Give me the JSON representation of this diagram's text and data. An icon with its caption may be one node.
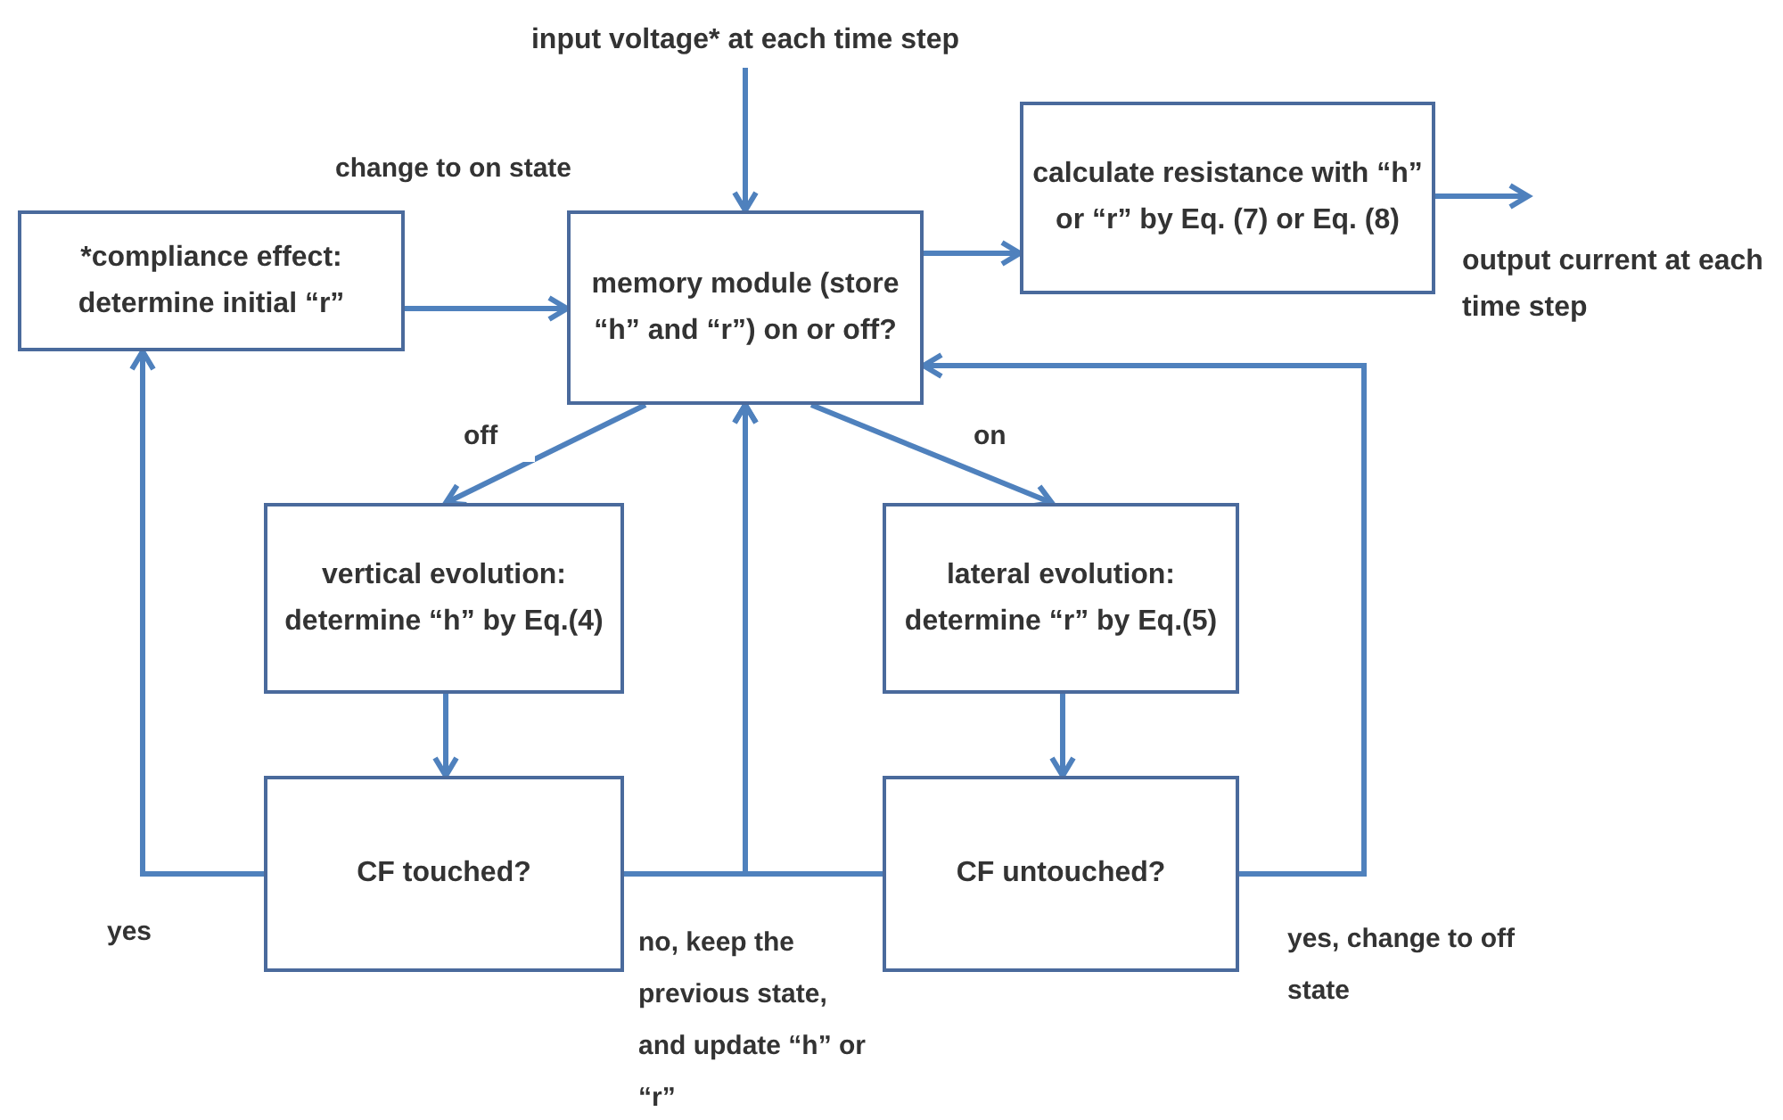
{
  "diagram": {
    "nodes": [
      {
        "text": [
          "input voltage* at each time step"
        ]
      },
      {
        "text": [
          "*compliance effect: determine initial “r”"
        ]
      },
      {
        "text": [
          "memory module (store “h” and “r”) on or off?"
        ]
      },
      {
        "text": [
          "calculate resistance with “h” or “r” by Eq. (7) or Eq. (8)"
        ]
      },
      {
        "text": [
          "vertical evolution: determine “h” by Eq.(4)"
        ]
      },
      {
        "text": [
          "lateral evolution: determine “r” by Eq.(5)"
        ]
      },
      {
        "text": [
          "CF touched?"
        ]
      },
      {
        "text": [
          "CF untouched?"
        ]
      }
    ],
    "edges": [
      {
        "from": 0,
        "to": 2,
        "arrow": "to"
      },
      {
        "from": 1,
        "to": 2,
        "arrow": "to",
        "label": "change to on state"
      },
      {
        "from": 2,
        "to": 3,
        "arrow": "to"
      },
      {
        "from": 3,
        "to": null,
        "arrow": "to"
      },
      {
        "from": 2,
        "to": 4,
        "arrow": "to",
        "label": "off"
      },
      {
        "from": 2,
        "to": 5,
        "arrow": "to",
        "label": "on"
      },
      {
        "from": 4,
        "to": 6,
        "arrow": "to"
      },
      {
        "from": 5,
        "to": 7,
        "arrow": "to"
      },
      {
        "from": 6,
        "to": 1,
        "arrow": "to",
        "label": "yes"
      },
      {
        "from": 6,
        "to": 2,
        "arrow": "to",
        "label": "no, keep the previous state, and update “h” or “r”"
      },
      {
        "from": 7,
        "to": 2,
        "arrow": "to"
      },
      {
        "from": 7,
        "to": 2,
        "arrow": "to",
        "label": "yes, change to off state"
      }
    ],
    "labels": [
      "output current at each time step"
    ]
  }
}
